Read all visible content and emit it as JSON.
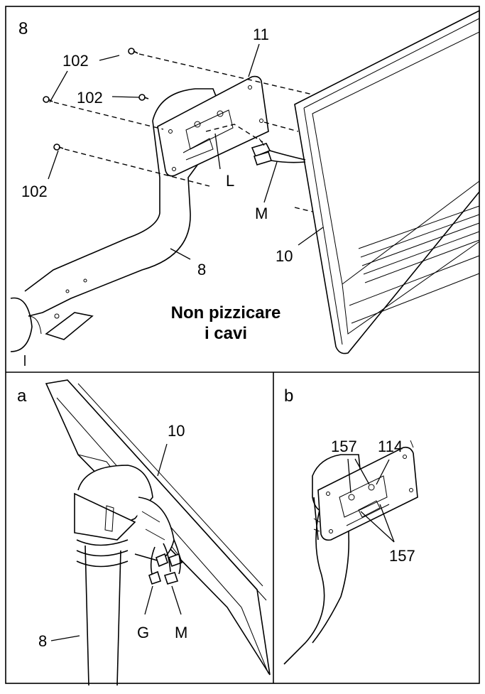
{
  "step": {
    "number": "8",
    "warning_line1": "Non pizzicare",
    "warning_line2": "i cavi"
  },
  "main_labels": {
    "bracket": "11",
    "bolt": "102",
    "frame": "8",
    "console": "10",
    "wire_l": "L",
    "wire_m": "M"
  },
  "panel_a": {
    "label": "a",
    "console": "10",
    "frame": "8",
    "wire_g": "G",
    "wire_m": "M"
  },
  "panel_b": {
    "label": "b",
    "hole": "157",
    "hole_mid": "114"
  }
}
